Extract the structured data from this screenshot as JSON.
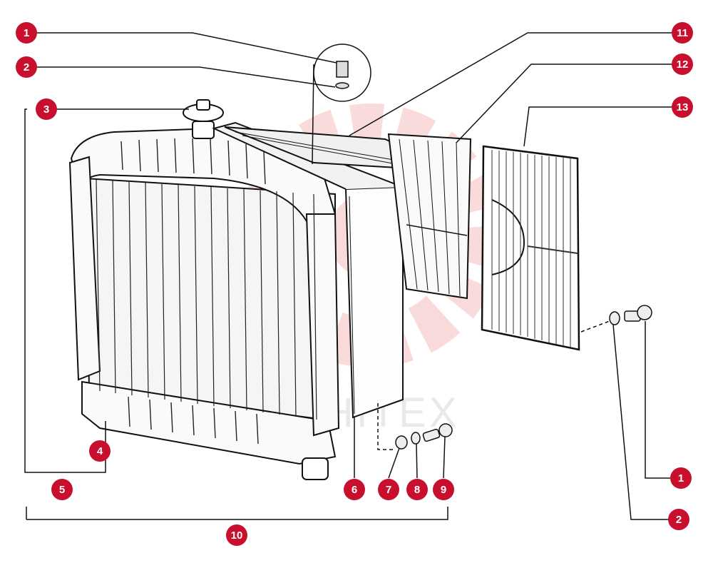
{
  "diagram": {
    "callouts": [
      "1",
      "2",
      "3",
      "4",
      "5",
      "6",
      "7",
      "8",
      "9",
      "10",
      "11",
      "12",
      "13",
      "1",
      "2"
    ],
    "watermark": "WHITEX",
    "badge_color": "#c8102e",
    "line_color": "#111111"
  }
}
